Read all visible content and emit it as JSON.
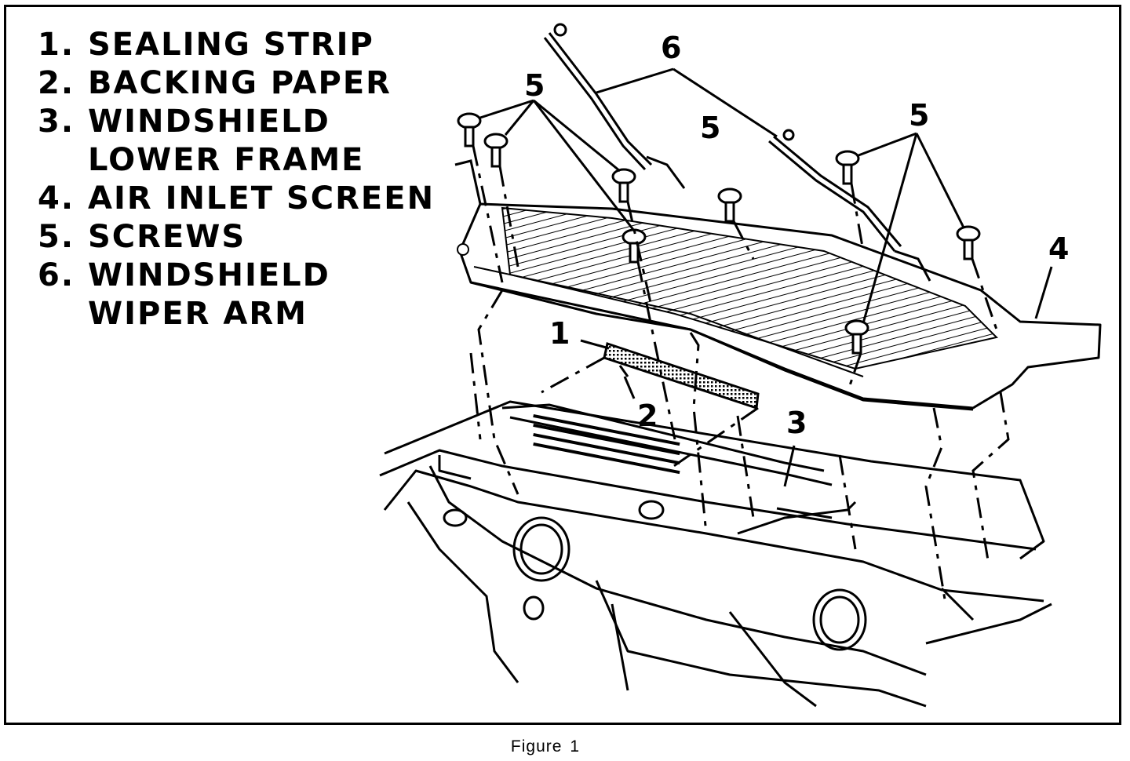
{
  "legend": [
    {
      "number": "1.",
      "lines": [
        "SEALING STRIP"
      ]
    },
    {
      "number": "2.",
      "lines": [
        "BACKING PAPER"
      ]
    },
    {
      "number": "3.",
      "lines": [
        "WINDSHIELD",
        "LOWER FRAME"
      ]
    },
    {
      "number": "4.",
      "lines": [
        "AIR INLET SCREEN"
      ]
    },
    {
      "number": "5.",
      "lines": [
        "SCREWS"
      ]
    },
    {
      "number": "6.",
      "lines": [
        "WINDSHIELD",
        "WIPER ARM"
      ]
    }
  ],
  "callouts": {
    "c1": "1",
    "c2": "2",
    "c3": "3",
    "c4": "4",
    "c5a": "5",
    "c5b": "5",
    "c5c": "5",
    "c6": "6"
  },
  "caption": {
    "label": "Figure",
    "number": "1"
  }
}
